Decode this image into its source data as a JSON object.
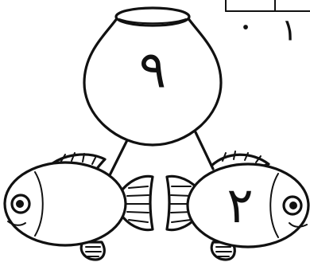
{
  "bond": {
    "whole": "٩",
    "part_right": "٢",
    "part_left": ""
  },
  "corner": {
    "bullet": "•",
    "item_number": "١"
  }
}
